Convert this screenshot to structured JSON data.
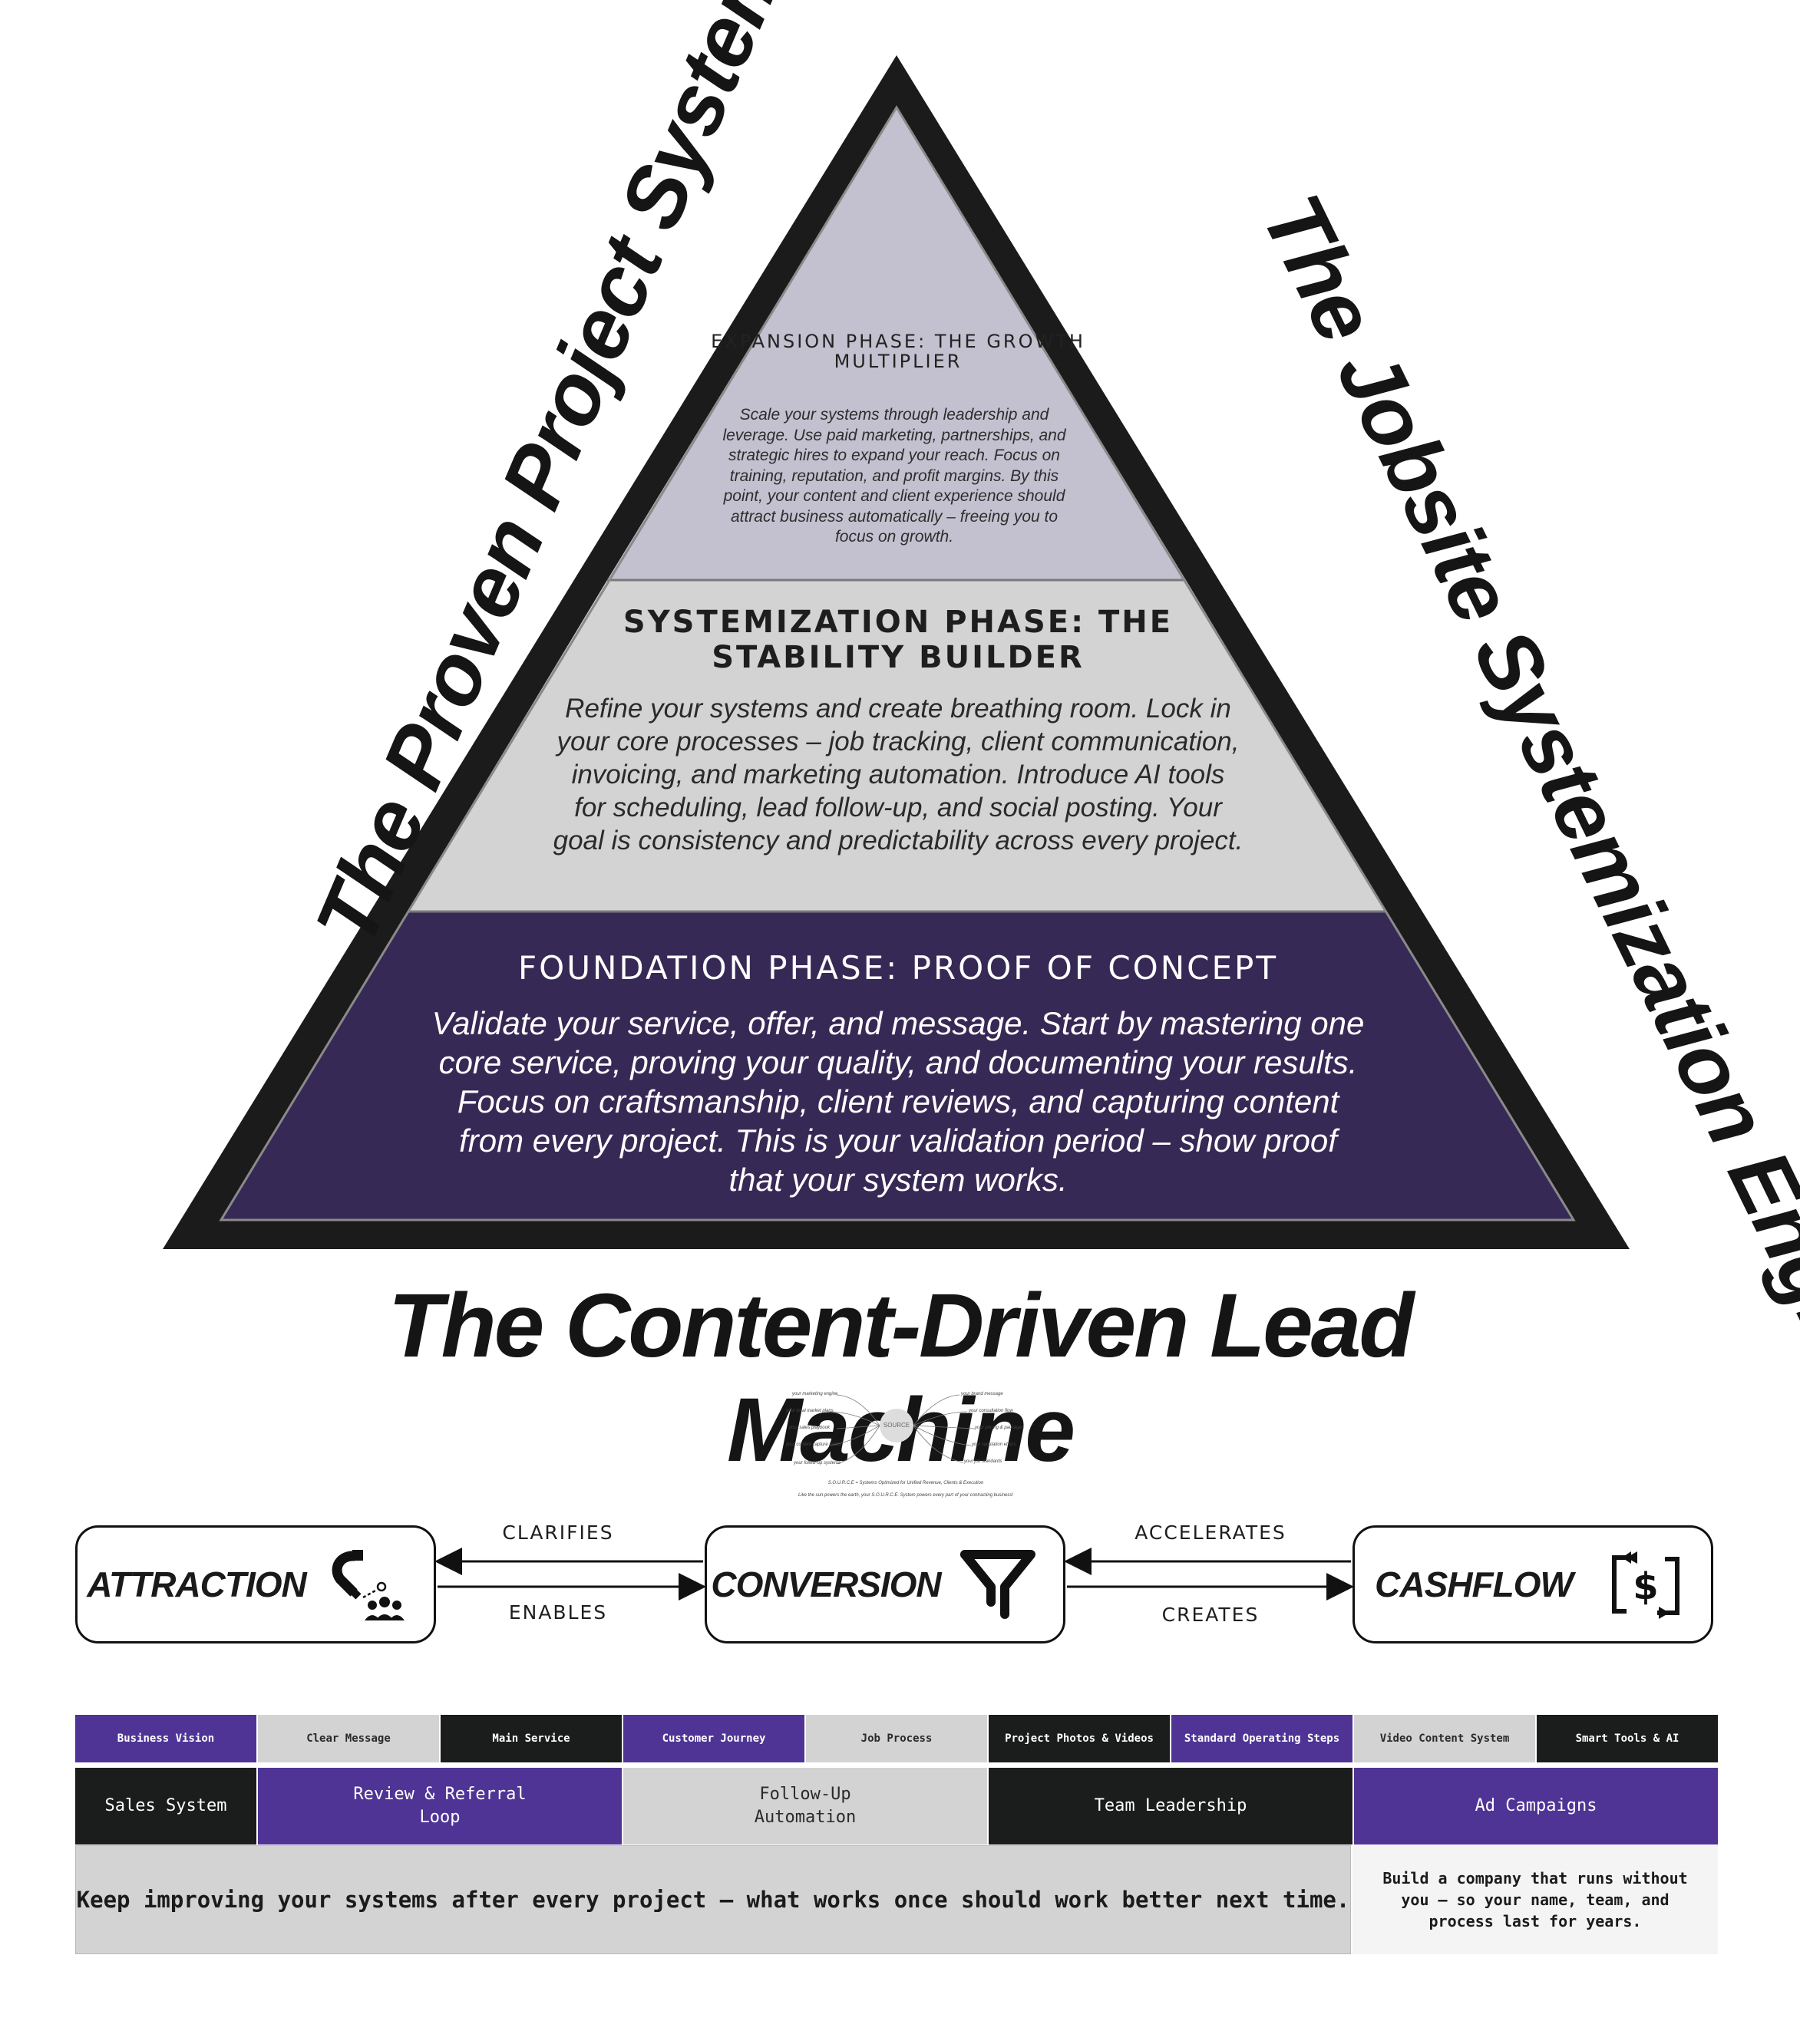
{
  "side_titles": {
    "left": "The Proven Project System",
    "right": "The Jobsite Systemization Engine"
  },
  "phases": {
    "expansion": {
      "heading": "EXPANSION PHASE: THE GROWTH MULTIPLIER",
      "body": "Scale your systems through leadership and leverage. Use paid marketing, partnerships, and strategic hires to expand your reach. Focus on training, reputation, and profit margins. By this point, your content and client experience should attract business automatically – freeing you to focus on growth."
    },
    "systemization": {
      "heading": "SYSTEMIZATION PHASE: THE STABILITY BUILDER",
      "body": "Refine your systems and create breathing room. Lock in your core processes – job tracking, client communication, invoicing, and marketing automation. Introduce AI tools for scheduling, lead follow-up, and social posting. Your goal is consistency and predictability across every project."
    },
    "foundation": {
      "heading": "FOUNDATION PHASE: PROOF OF CONCEPT",
      "body": "Validate your service, offer, and message. Start by mastering one core service, proving your quality, and documenting your results. Focus on craftsmanship, client reviews, and capturing content from every project. This is your validation period – show proof that your system works."
    }
  },
  "lead_machine_title": "The Content-Driven Lead Machine",
  "source_diagram": {
    "center": "SOURCE",
    "left_labels": [
      "your marketing engine",
      "your local market plans",
      "your sales playbook",
      "your content capture habits",
      "your follow-up systems"
    ],
    "right_labels": [
      "your brand message",
      "your consultation flow",
      "your pricing & packages",
      "your reputation ethics",
      "your job standards"
    ],
    "caption_1": "S.O.U.R.C.E = Systems Optimized for Unified Revenue, Clients & Execution",
    "caption_2": "Like the sun powers the earth, your S.O.U.R.C.E. System powers every part of your contracting business!"
  },
  "flow": {
    "attraction": {
      "label": "ATTRACTION",
      "icon": "magnet-people-icon"
    },
    "conversion": {
      "label": "CONVERSION",
      "icon": "funnel-icon"
    },
    "cashflow": {
      "label": "CASHFLOW",
      "icon": "money-exchange-icon"
    },
    "connectors": {
      "clarifies": "CLARIFIES",
      "enables": "ENABLES",
      "accelerates": "ACCELERATES",
      "creates": "CREATES"
    }
  },
  "grid": {
    "small_row": [
      "Business Vision",
      "Clear Message",
      "Main Service",
      "Customer Journey",
      "Job Process",
      "Project Photos & Videos",
      "Standard Operating Steps",
      "Video Content System",
      "Smart Tools & AI"
    ],
    "mid_row": [
      "Sales System",
      "Review & Referral Loop",
      "Follow-Up Automation",
      "Team Leadership",
      "Ad Campaigns"
    ],
    "keep_note": "Keep improving your systems after every project — what works once should work better next time.",
    "build_note": "Build a company that runs without you — so your name, team, and process last for years."
  },
  "colors": {
    "purple": "#4f3496",
    "dark_purple": "#372955",
    "lavender": "#c3c0cf",
    "light_gray": "#d3d3d3",
    "black": "#1b1d1d"
  }
}
